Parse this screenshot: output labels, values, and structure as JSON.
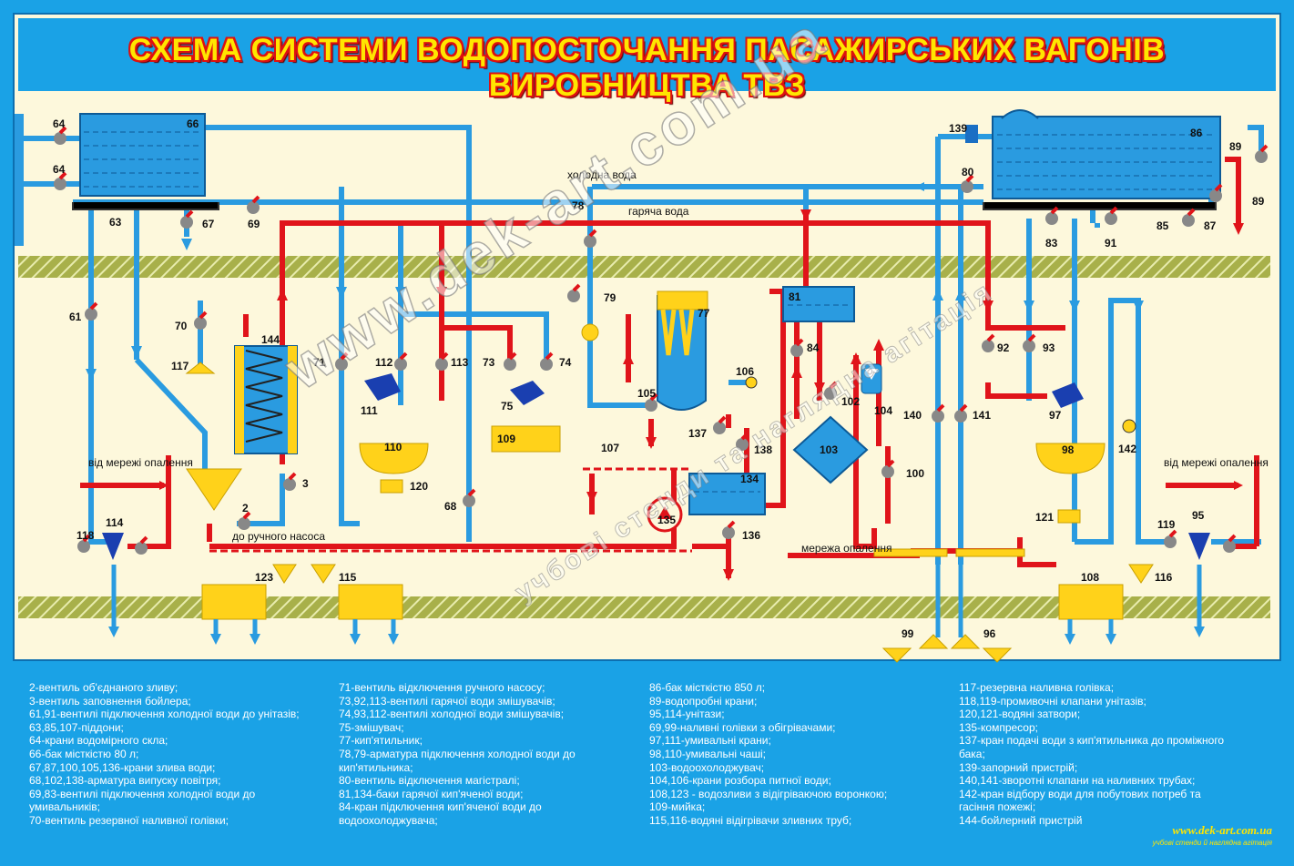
{
  "title": "СХЕМА СИСТЕМИ ВОДОПОСТОЧАННЯ ПАСАЖИРСЬКИХ ВАГОНІВ ВИРОБНИЦТВА ТВЗ",
  "colors": {
    "cold": "#2a9be0",
    "hot": "#e0141a",
    "yellow": "#ffd21a",
    "floor": "#a8b04a",
    "background": "#1aa2e6",
    "panel": "#fdf8dc"
  },
  "diagram": {
    "line_cold": "холодна вода",
    "line_hot": "гаряча вода",
    "heating_left": "від мережі опалення",
    "heating_right": "від мережі опалення",
    "heating_net": "мережа опалення",
    "to_pump": "до ручного насоса",
    "numbers": {
      "n64a": "64",
      "n64b": "64",
      "n66": "66",
      "n63": "63",
      "n67": "67",
      "n69": "69",
      "n78": "78",
      "n79": "79",
      "n139": "139",
      "n86": "86",
      "n89a": "89",
      "n89b": "89",
      "n80": "80",
      "n83": "83",
      "n91": "91",
      "n85": "85",
      "n87": "87",
      "n61": "61",
      "n70": "70",
      "n117": "117",
      "n144": "144",
      "n71": "71",
      "n112": "112",
      "n111": "111",
      "n113": "113",
      "n73": "73",
      "n74": "74",
      "n75": "75",
      "n77": "77",
      "n81": "81",
      "n84": "84",
      "n106": "106",
      "n105": "105",
      "n102": "102",
      "n104": "104",
      "n92": "92",
      "n93": "93",
      "n97": "97",
      "n140": "140",
      "n141": "141",
      "n110": "110",
      "n109": "109",
      "n107": "107",
      "n137": "137",
      "n138": "138",
      "n103": "103",
      "n134": "134",
      "n135": "135",
      "n136": "136",
      "n100": "100",
      "n98": "98",
      "n142": "142",
      "n3": "3",
      "n2": "2",
      "n120": "120",
      "n68": "68",
      "n121": "121",
      "n118": "118",
      "n114": "114",
      "n119": "119",
      "n95": "95",
      "n123": "123",
      "n115": "115",
      "n108": "108",
      "n116": "116",
      "n99": "99",
      "n96": "96"
    }
  },
  "legend": {
    "col1": [
      "2-вентиль об'єднаного зливу;",
      "3-вентиль заповнення бойлера;",
      "61,91-вентилі підключення холодної води до унітазів;",
      "63,85,107-піддони;",
      "64-крани водомірного скла;",
      "66-бак місткістю 80 л;",
      "67,87,100,105,136-крани злива води;",
      "68,102,138-арматура випуску повітря;",
      "69,83-вентилі підключення холодної води до",
      "умивальників;",
      "70-вентиль резервної наливної голівки;"
    ],
    "col2": [
      "71-вентиль відключення ручного насосу;",
      "73,92,113-вентилі гарячої води змішувачів;",
      "74,93,112-вентилі холодної води змішувачів;",
      "75-змішувач;",
      "77-кип'ятильник;",
      "78,79-арматура підключення холодної води до",
      "кип'ятильника;",
      "80-вентиль відключення магістралі;",
      "81,134-баки гарячої кип'яченої води;",
      "84-кран підключення кип'яченої води до",
      "водоохолоджувача;"
    ],
    "col3": [
      "86-бак місткістю 850 л;",
      "89-водопробні крани;",
      "95,114-унітази;",
      "69,99-наливні голівки з обігрівачами;",
      "97,111-умивальні крани;",
      "98,110-умивальні чаші;",
      "103-водоохолоджувач;",
      "104,106-крани розбора питної води;",
      "108,123 - водозливи з відігріваючою воронкою;",
      "109-мийка;",
      "115,116-водяні відігрівачи зливних труб;"
    ],
    "col4": [
      "117-резервна наливна голівка;",
      "118,119-промивочні клапани унітазів;",
      "120,121-водяні затвори;",
      "135-компресор;",
      "137-кран подачі води з кип'ятильника до проміжного",
      "бака;",
      "139-запорний пристрій;",
      "140,141-зворотні клапани на наливних трубах;",
      "142-кран відбору води для побутових потреб та",
      "гасіння пожежі;",
      "144-бойлерний пристрій"
    ]
  },
  "watermark": "www.dek-art.com.ua",
  "watermark_sub": "учбові стенди та наглядна агітація",
  "site": "www.dek-art.com.ua",
  "site_sub": "учбові стенди й наглядна агітація"
}
